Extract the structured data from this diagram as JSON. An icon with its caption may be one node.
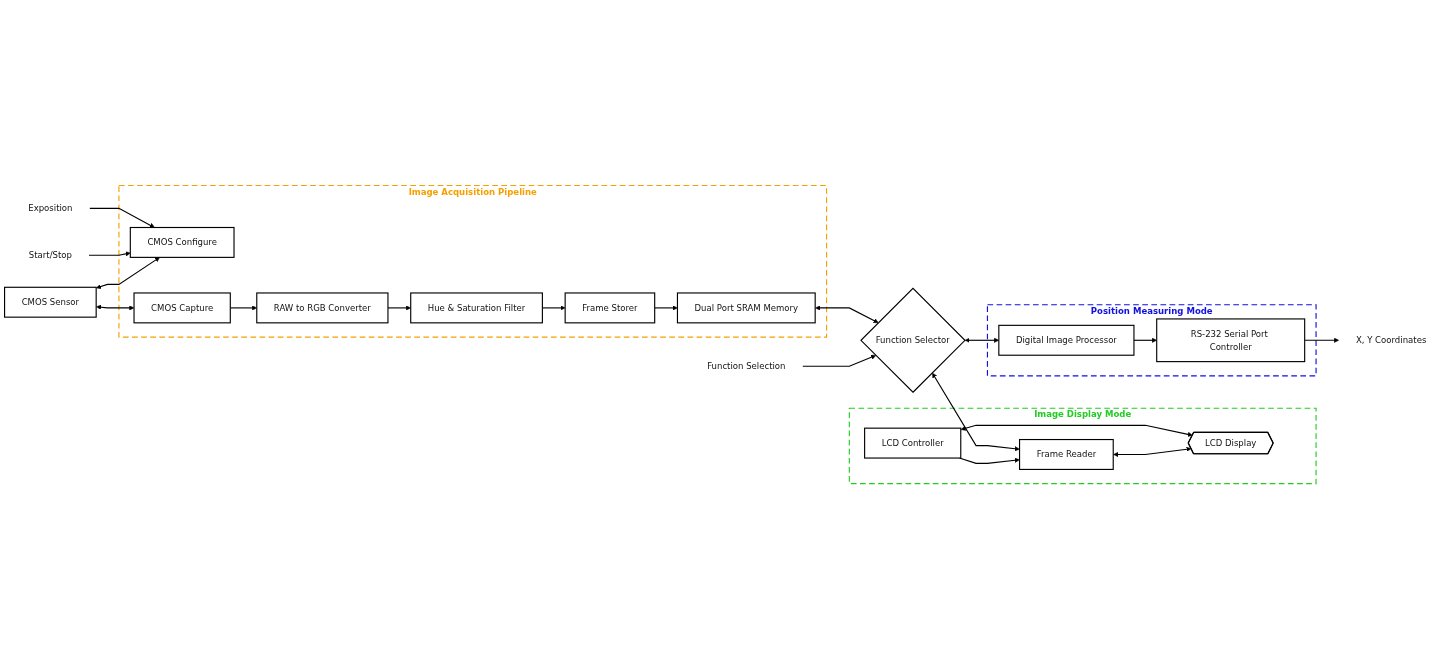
{
  "diagram": {
    "nodes": [
      {
        "text": [
          "Image Acquisition Pipeline"
        ]
      },
      {
        "text": [
          "CMOS Configure"
        ],
        "in": 0
      },
      {
        "text": [
          "CMOS Capture"
        ],
        "in": 0
      },
      {
        "text": [
          "RAW to RGB Converter"
        ],
        "in": 0
      },
      {
        "text": [
          "Hue & Saturation Filter"
        ],
        "in": 0
      },
      {
        "text": [
          "Frame Storer"
        ],
        "in": 0
      },
      {
        "text": [
          "Dual Port SRAM Memory"
        ],
        "in": 0
      },
      {
        "text": [
          "CMOS Sensor"
        ]
      },
      {
        "text": [
          "Exposition"
        ]
      },
      {
        "text": [
          "Start/Stop"
        ]
      },
      {
        "text": [
          "Function Selection"
        ]
      },
      {
        "text": [
          "Function Selector"
        ]
      },
      {
        "text": [
          "Image Display Mode"
        ]
      },
      {
        "text": [
          "LCD Controller"
        ],
        "in": 12
      },
      {
        "text": [
          "Frame Reader"
        ],
        "in": 12
      },
      {
        "text": [
          "LCD Display"
        ],
        "in": 12
      },
      {
        "text": [
          "Position Measuring Mode"
        ]
      },
      {
        "text": [
          "Digital Image Processor"
        ],
        "in": 16
      },
      {
        "text": [
          "RS-232 Serial Port Controller"
        ],
        "in": 16
      },
      {
        "text": [
          "X, Y Coordinates"
        ]
      }
    ],
    "edges": [
      {
        "from": 8,
        "to": 1,
        "arrow": "to"
      },
      {
        "from": 9,
        "to": 1,
        "arrow": "to"
      },
      {
        "from": 7,
        "to": 1,
        "arrow": "both"
      },
      {
        "from": 7,
        "to": 2,
        "arrow": "both"
      },
      {
        "from": 2,
        "to": 3,
        "arrow": "to"
      },
      {
        "from": 3,
        "to": 4,
        "arrow": "to"
      },
      {
        "from": 4,
        "to": 5,
        "arrow": "to"
      },
      {
        "from": 5,
        "to": 6,
        "arrow": "to"
      },
      {
        "from": 6,
        "to": 11,
        "arrow": "both"
      },
      {
        "from": 10,
        "to": 11,
        "arrow": "to"
      },
      {
        "from": 11,
        "to": 14,
        "arrow": "both"
      },
      {
        "from": 11,
        "to": 17,
        "arrow": "both"
      },
      {
        "from": 13,
        "to": 14,
        "arrow": "to"
      },
      {
        "from": 13,
        "to": 15,
        "arrow": "both"
      },
      {
        "from": 14,
        "to": 15,
        "arrow": "both"
      },
      {
        "from": 17,
        "to": 18,
        "arrow": "to"
      },
      {
        "from": 18,
        "to": 19,
        "arrow": "to"
      }
    ]
  }
}
